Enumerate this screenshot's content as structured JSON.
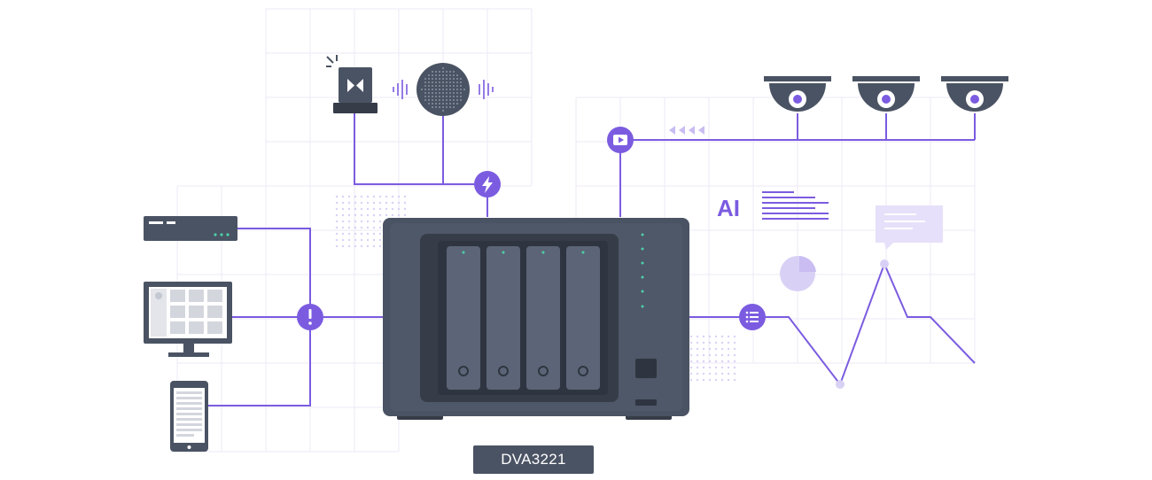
{
  "model": {
    "name": "DVA3221"
  },
  "ai_badge": {
    "text": "AI"
  },
  "colors": {
    "accent": "#7b5ce0",
    "accent_light": "#c9bdf2",
    "device_dark": "#4a5363",
    "device_darker": "#363d49",
    "grid": "#eceaf6"
  },
  "nodes": [
    {
      "name": "alarm-icon",
      "icon": "lightning-bolt-icon"
    },
    {
      "name": "camera-feed-icon",
      "icon": "play-video-icon"
    },
    {
      "name": "alert-icon",
      "icon": "exclamation-icon"
    },
    {
      "name": "data-list-icon",
      "icon": "list-icon"
    }
  ],
  "cameras": [
    {
      "name": "dome-camera-1"
    },
    {
      "name": "dome-camera-2"
    },
    {
      "name": "dome-camera-3"
    }
  ],
  "clients": [
    {
      "name": "nvr-box"
    },
    {
      "name": "monitor"
    },
    {
      "name": "smartphone"
    }
  ]
}
